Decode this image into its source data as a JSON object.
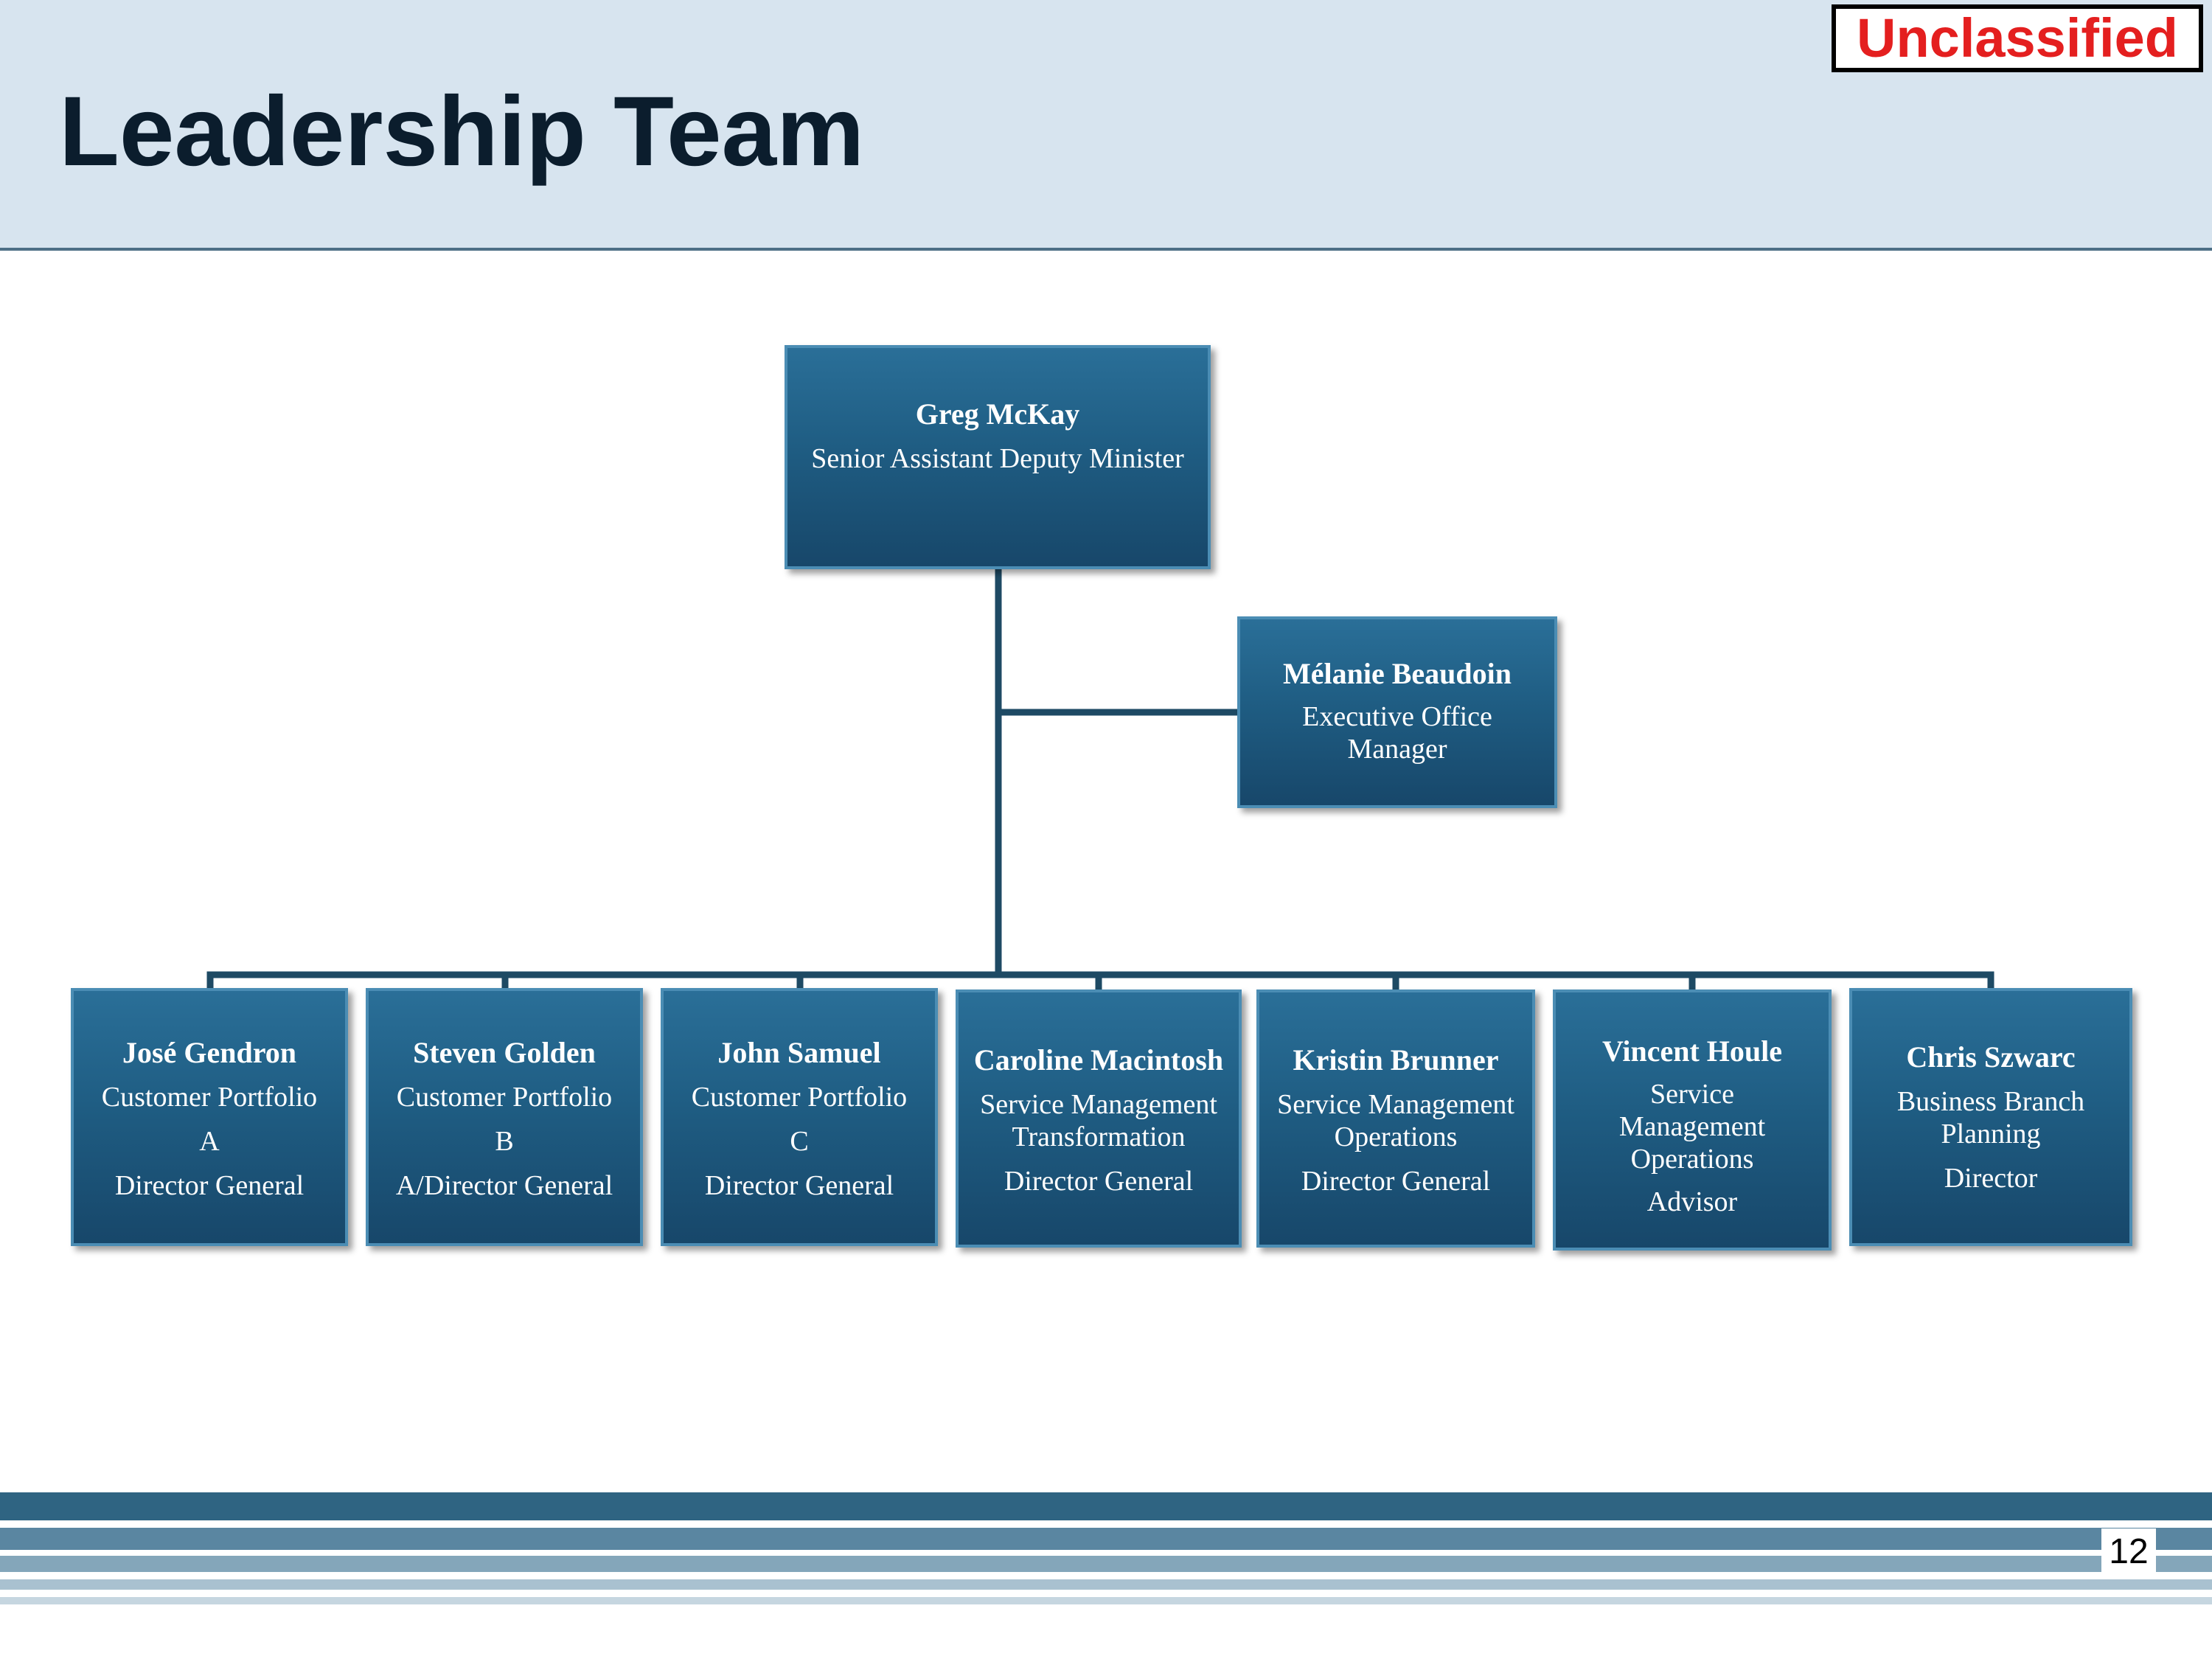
{
  "slide": {
    "title": "Leadership Team",
    "classification": "Unclassified",
    "page_number": "12"
  },
  "colors": {
    "header_band": "#d7e4ef",
    "box_fill": "#1f5d83",
    "connector": "#1e4a64",
    "classification_text": "#e41f1f"
  },
  "org": {
    "head": {
      "name": "Greg McKay",
      "title": "Senior Assistant Deputy Minister"
    },
    "assistant": {
      "name": "Mélanie Beaudoin",
      "title_1": "Executive Office",
      "title_2": "Manager"
    },
    "reports": [
      {
        "name": "José Gendron",
        "line_1": "Customer Portfolio",
        "line_2": "A",
        "role": "Director General"
      },
      {
        "name": "Steven Golden",
        "line_1": "Customer Portfolio",
        "line_2": "B",
        "role": "A/Director General"
      },
      {
        "name": "John Samuel",
        "line_1": "Customer Portfolio",
        "line_2": "C",
        "role": "Director General"
      },
      {
        "name": "Caroline Macintosh",
        "line_1": "Service Management",
        "line_2": "Transformation",
        "role": "Director General"
      },
      {
        "name": "Kristin Brunner",
        "line_1": "Service Management",
        "line_2": "Operations",
        "role": "Director General"
      },
      {
        "name": "Vincent Houle",
        "line_1": "Service",
        "line_2": "Management",
        "line_3": "Operations",
        "role": "Advisor"
      },
      {
        "name": "Chris Szwarc",
        "line_1": "Business Branch",
        "line_2": "Planning",
        "role": "Director"
      }
    ]
  }
}
